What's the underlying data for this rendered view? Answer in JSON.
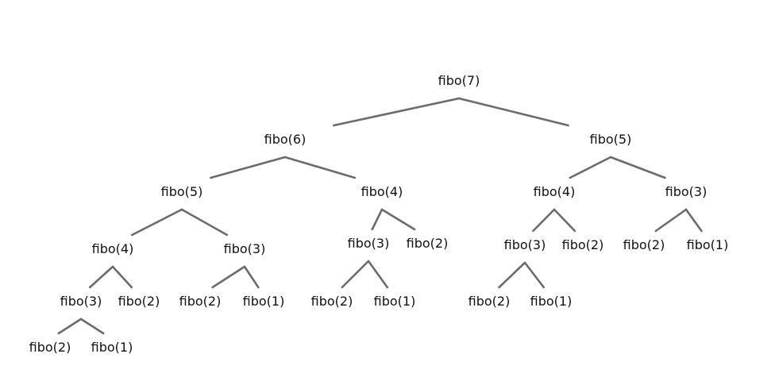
{
  "diagram": {
    "type": "tree",
    "edge_color": "#6b6b6b",
    "text_color": "#111111",
    "nodes": [
      {
        "id": "n0",
        "label": "fibo(7)",
        "parent": null
      },
      {
        "id": "n1",
        "label": "fibo(6)",
        "parent": "n0"
      },
      {
        "id": "n2",
        "label": "fibo(5)",
        "parent": "n0"
      },
      {
        "id": "n3",
        "label": "fibo(5)",
        "parent": "n1"
      },
      {
        "id": "n4",
        "label": "fibo(4)",
        "parent": "n1"
      },
      {
        "id": "n5",
        "label": "fibo(4)",
        "parent": "n2"
      },
      {
        "id": "n6",
        "label": "fibo(3)",
        "parent": "n2"
      },
      {
        "id": "n7",
        "label": "fibo(4)",
        "parent": "n3"
      },
      {
        "id": "n8",
        "label": "fibo(3)",
        "parent": "n3"
      },
      {
        "id": "n9",
        "label": "fibo(3)",
        "parent": "n4"
      },
      {
        "id": "n10",
        "label": "fibo(2)",
        "parent": "n4"
      },
      {
        "id": "n11",
        "label": "fibo(3)",
        "parent": "n5"
      },
      {
        "id": "n12",
        "label": "fibo(2)",
        "parent": "n5"
      },
      {
        "id": "n13",
        "label": "fibo(2)",
        "parent": "n6"
      },
      {
        "id": "n14",
        "label": "fibo(1)",
        "parent": "n6"
      },
      {
        "id": "n15",
        "label": "fibo(3)",
        "parent": "n7"
      },
      {
        "id": "n16",
        "label": "fibo(2)",
        "parent": "n7"
      },
      {
        "id": "n17",
        "label": "fibo(2)",
        "parent": "n8"
      },
      {
        "id": "n18",
        "label": "fibo(1)",
        "parent": "n8"
      },
      {
        "id": "n19",
        "label": "fibo(2)",
        "parent": "n9"
      },
      {
        "id": "n20",
        "label": "fibo(1)",
        "parent": "n9"
      },
      {
        "id": "n21",
        "label": "fibo(2)",
        "parent": "n11"
      },
      {
        "id": "n22",
        "label": "fibo(1)",
        "parent": "n11"
      },
      {
        "id": "n23",
        "label": "fibo(2)",
        "parent": "n15"
      },
      {
        "id": "n24",
        "label": "fibo(1)",
        "parent": "n15"
      }
    ]
  }
}
